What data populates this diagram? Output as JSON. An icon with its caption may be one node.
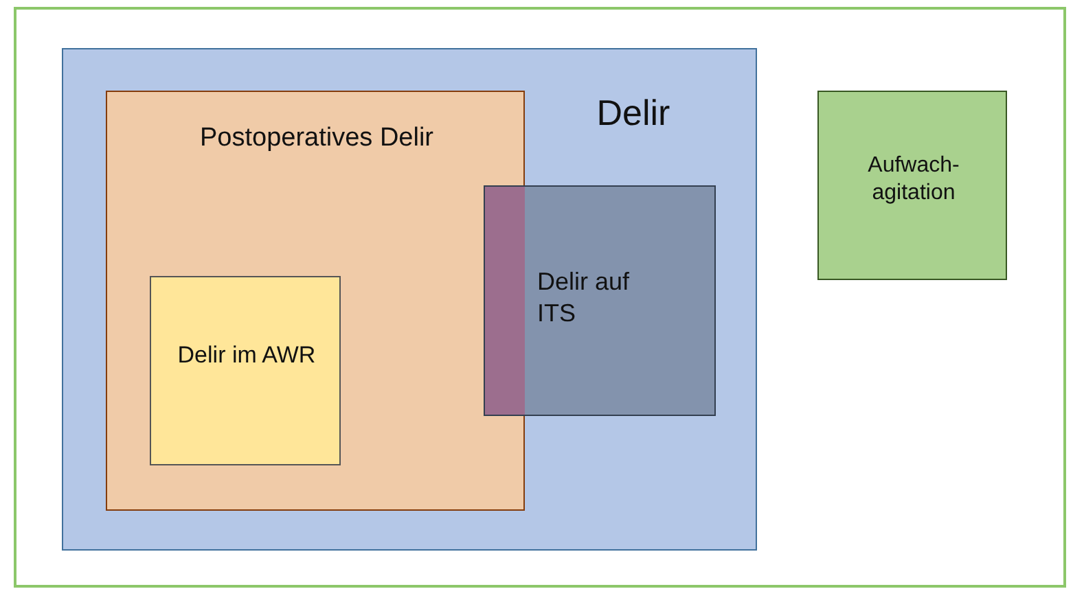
{
  "diagram": {
    "nodes": [
      {
        "text": [
          "Delir"
        ]
      },
      {
        "text": [
          "Postoperatives Delir"
        ],
        "in": 0
      },
      {
        "text": [
          "Delir im AWR"
        ],
        "in": 1
      },
      {
        "text": [
          "Delir auf ITS"
        ],
        "in": 0
      },
      {
        "text": [
          "Aufwach- agitation"
        ]
      }
    ],
    "edges": []
  }
}
